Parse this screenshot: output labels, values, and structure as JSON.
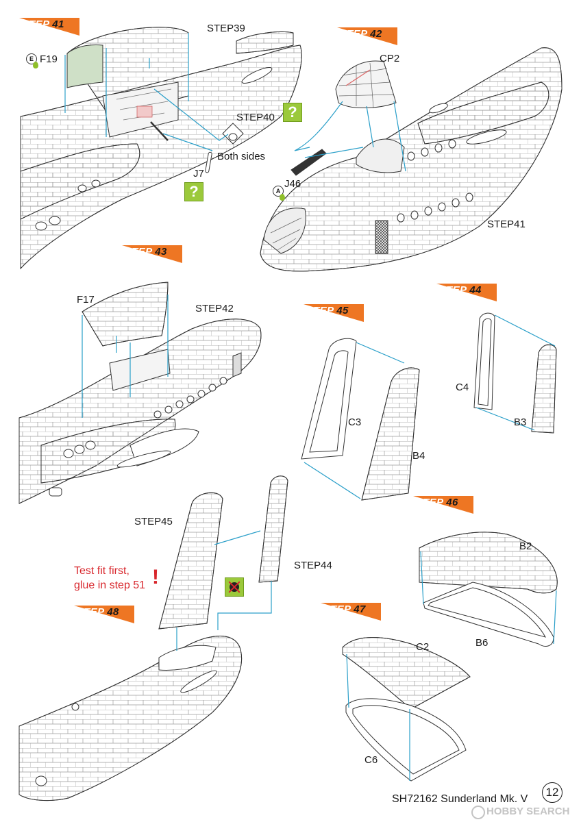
{
  "steps": {
    "s41": "41",
    "s42": "42",
    "s43": "43",
    "s44": "44",
    "s45": "45",
    "s46": "46",
    "s47": "47",
    "s48": "48",
    "prefix": "STEP "
  },
  "labels": {
    "step39": "STEP39",
    "step40": "STEP40",
    "step41": "STEP41",
    "step42": "STEP42",
    "step44": "STEP44",
    "step45": "STEP45",
    "f19": "F19",
    "j7": "J7",
    "both_sides": "Both sides",
    "cp2": "CP2",
    "j46": "J46",
    "f17": "F17",
    "c3": "C3",
    "b4": "B4",
    "c4": "C4",
    "b3": "B3",
    "b2": "B2",
    "b6": "B6",
    "c2": "C2",
    "c6": "C6"
  },
  "paint_codes": {
    "e": "E",
    "a": "A"
  },
  "icons": {
    "question": "?"
  },
  "warning": {
    "line1": "Test fit first,",
    "line2": "glue in step 51",
    "bang": "!"
  },
  "footer": {
    "title": "SH72162 Sunderland Mk. V",
    "page": "12"
  },
  "watermark": {
    "text": "HOBBY SEARCH"
  },
  "colors": {
    "step_flag": "#ee7623",
    "guide_line": "#2a9fc9",
    "icon_green": "#9bc93b",
    "warning_red": "#d8262c"
  }
}
